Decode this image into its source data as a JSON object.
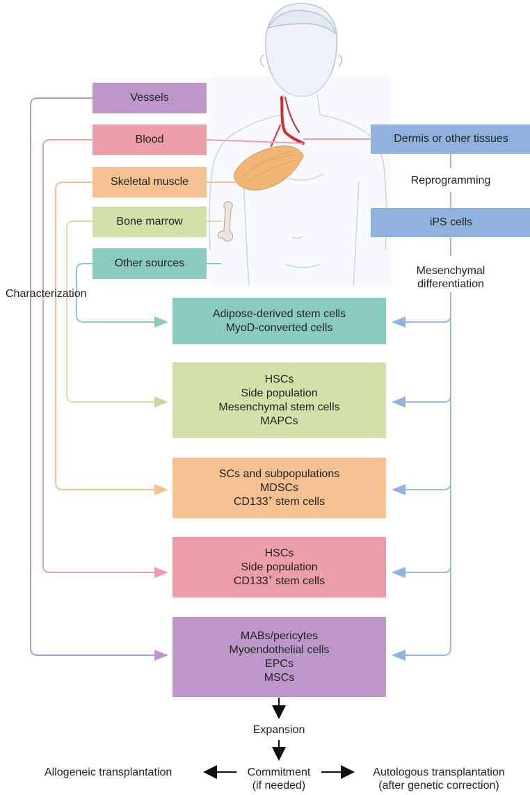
{
  "colors": {
    "vessels": "#bd97c9",
    "blood": "#ec9fa8",
    "muscle": "#f5c190",
    "marrow": "#d3e0a8",
    "other": "#89cbbf",
    "right": "#8fb3dd",
    "rightLine": "#9ab9e0"
  },
  "sources": [
    {
      "label": "Vessels"
    },
    {
      "label": "Blood"
    },
    {
      "label": "Skeletal muscle"
    },
    {
      "label": "Bone marrow"
    },
    {
      "label": "Other sources"
    }
  ],
  "right": {
    "dermis": "Dermis or other tissues",
    "reprogramming": "Reprogramming",
    "ips": "iPS cells",
    "mes_line1": "Mesenchymal",
    "mes_line2": "differentiation"
  },
  "characterization": "Characterization",
  "cells": [
    {
      "lines": [
        "Adipose-derived stem cells",
        "MyoD-converted cells"
      ]
    },
    {
      "lines": [
        "HSCs",
        "Side population",
        "Mesenchymal stem cells",
        "MAPCs"
      ]
    },
    {
      "lines": [
        "SCs and subpopulations",
        "MDSCs",
        "CD133",
        "stem cells"
      ],
      "sup": "+"
    },
    {
      "lines": [
        "HSCs",
        "Side population",
        "CD133",
        "stem cells"
      ],
      "sup": "+"
    },
    {
      "lines": [
        "MABs/pericytes",
        "Myoendothelial cells",
        "EPCs",
        "MSCs"
      ]
    }
  ],
  "flow": {
    "expansion": "Expansion",
    "commitment": "Commitment",
    "if_needed": "(if needed)",
    "allogeneic": "Allogeneic transplantation",
    "autologous": "Autologous transplantation",
    "after_correction": "(after genetic correction)"
  }
}
